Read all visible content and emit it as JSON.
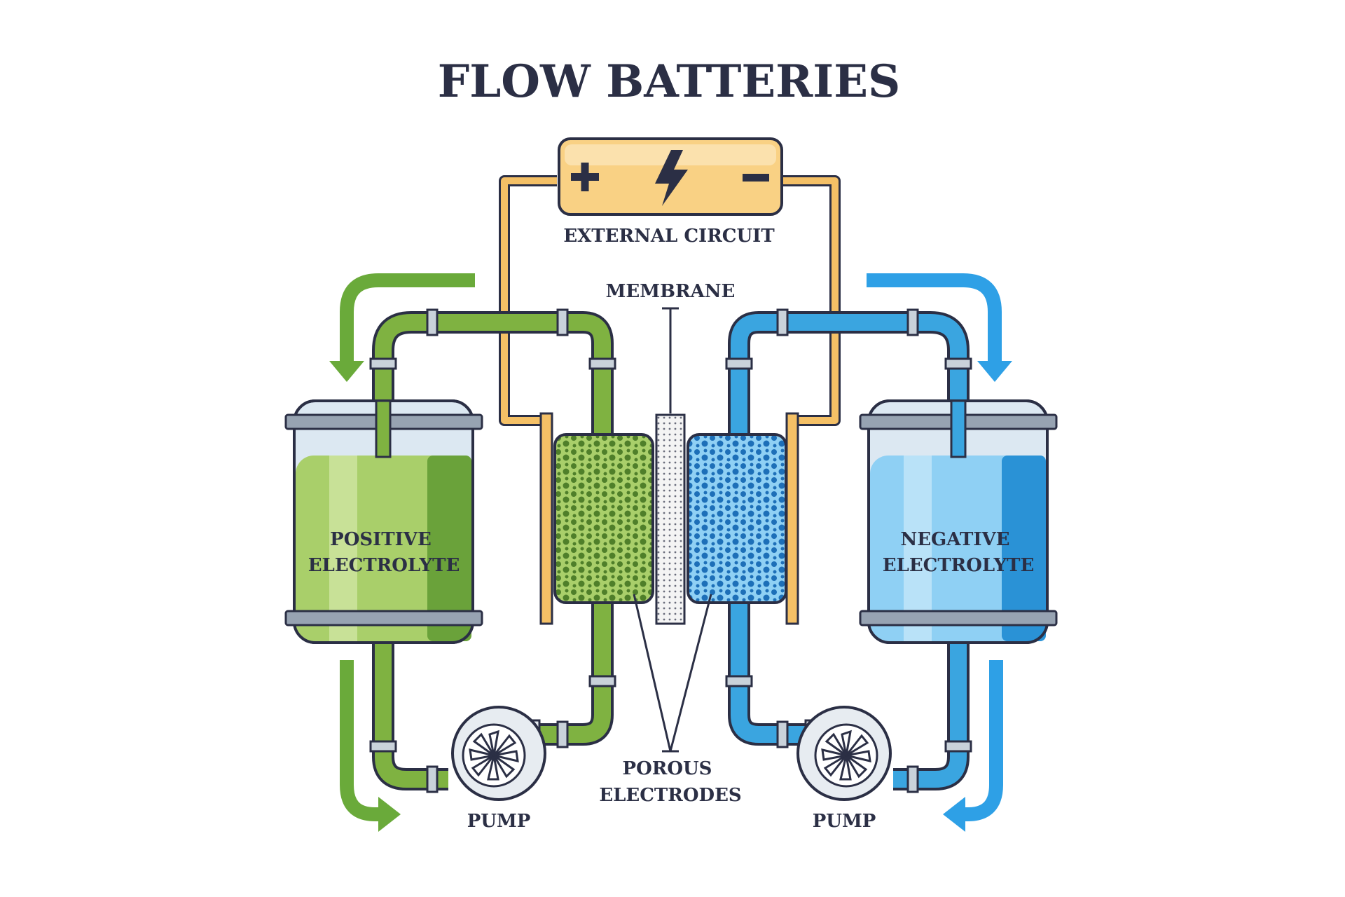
{
  "title": "FLOW BATTERIES",
  "labels": {
    "external_circuit": "EXTERNAL CIRCUIT",
    "membrane": "MEMBRANE",
    "positive_electrolyte_line1": "POSITIVE",
    "positive_electrolyte_line2": "ELECTROLYTE",
    "negative_electrolyte_line1": "NEGATIVE",
    "negative_electrolyte_line2": "ELECTROLYTE",
    "porous_electrodes_line1": "POROUS",
    "porous_electrodes_line2": "ELECTRODES",
    "pump_left": "PUMP",
    "pump_right": "PUMP"
  },
  "colors": {
    "outline": "#2b2f45",
    "green": "#7fb241",
    "green_light": "#a9cf6a",
    "green_dark": "#5e9630",
    "blue": "#3aa5e0",
    "blue_light": "#8fd0f4",
    "blue_dark": "#1f86c9",
    "wire": "#f4c066",
    "battery": "#f9d184"
  },
  "icons": {
    "battery": "battery-icon",
    "bolt": "lightning-bolt-icon",
    "pump": "pump-icon"
  }
}
